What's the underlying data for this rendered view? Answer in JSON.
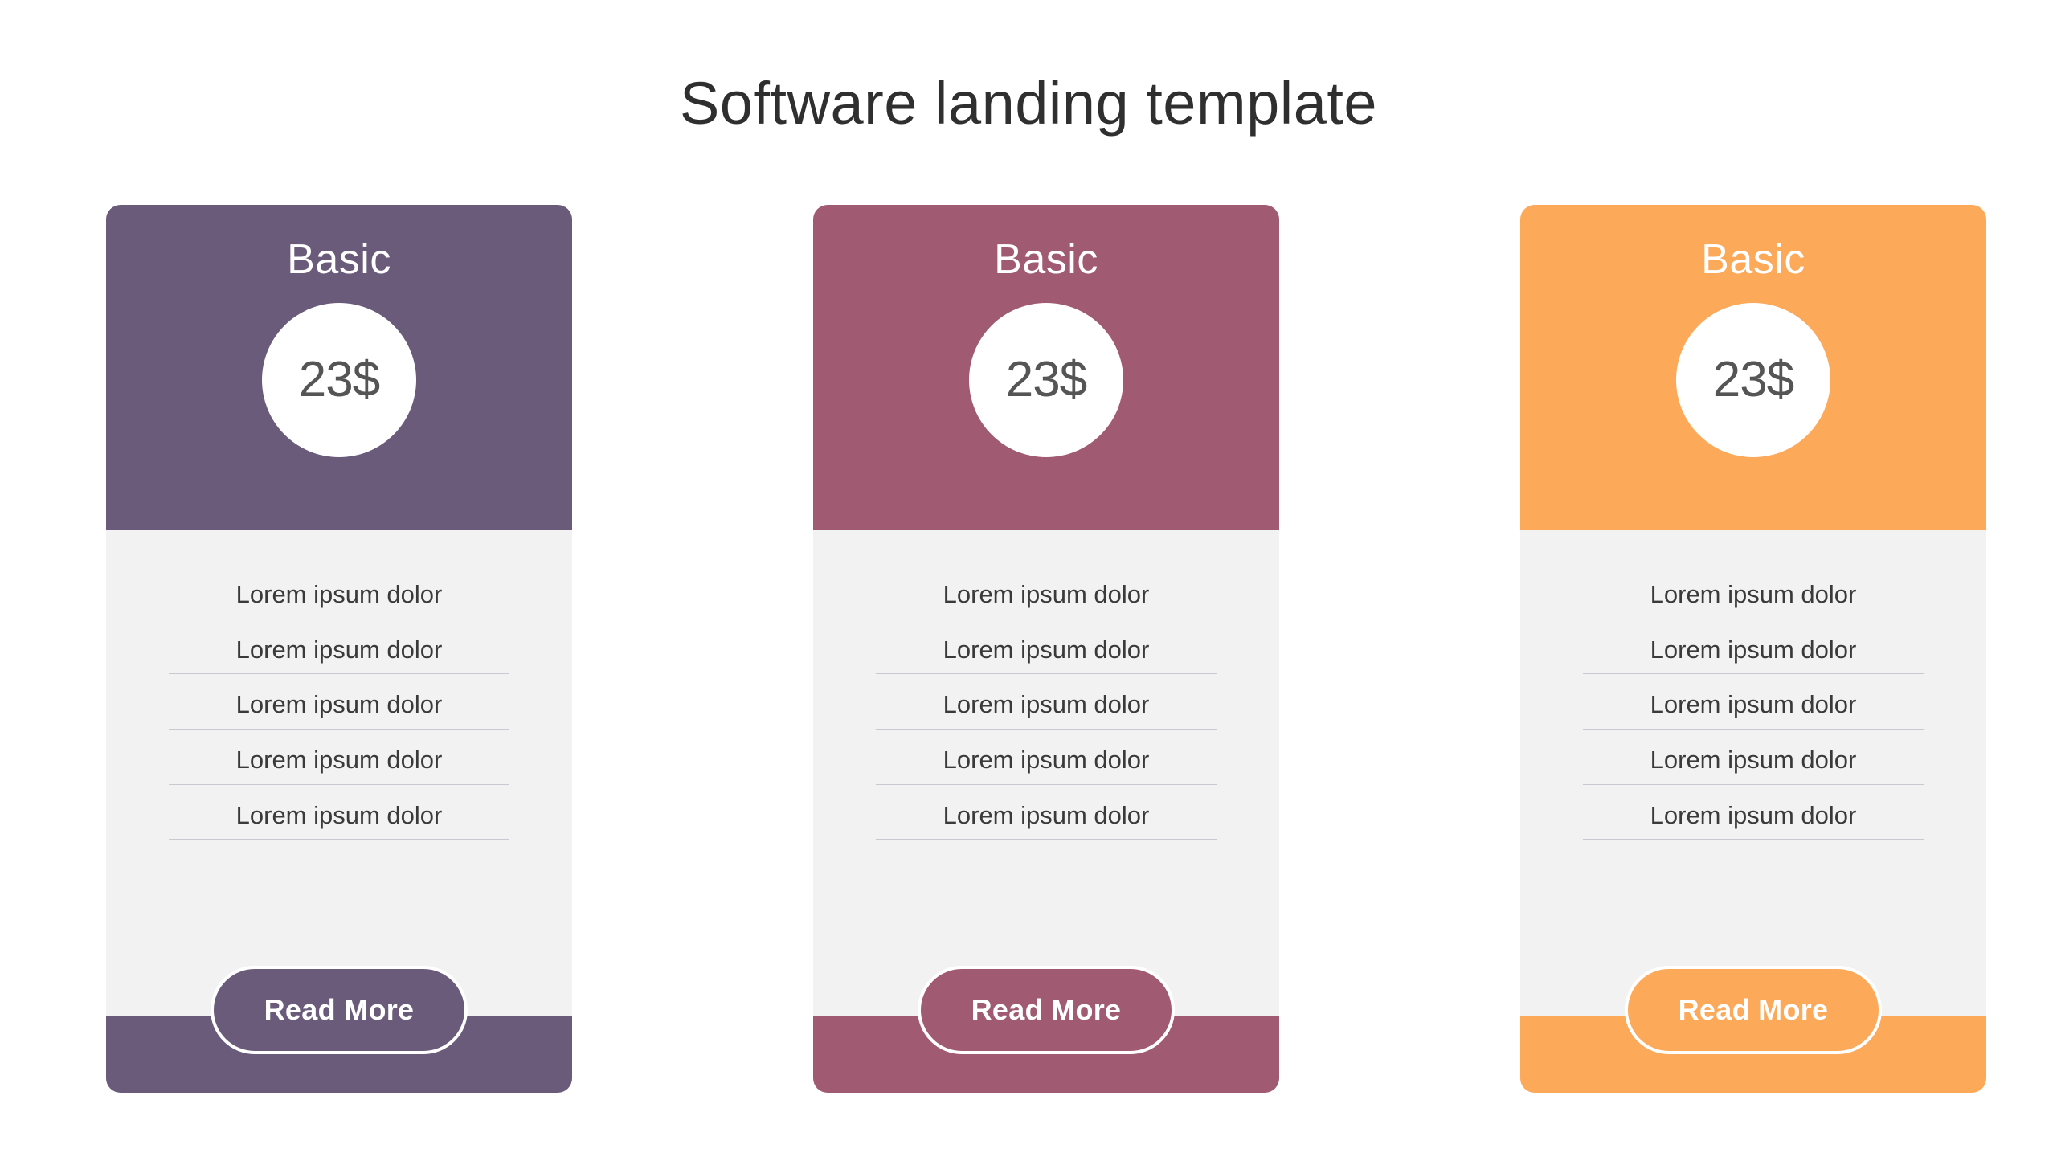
{
  "page": {
    "title": "Software landing template",
    "background_color": "#ffffff",
    "body_background_color": "#F2F2F2",
    "divider_color": "#c9c9d4",
    "price_text_color": "#555555",
    "feature_text_color": "#3a3a3a"
  },
  "cards": [
    {
      "plan_name": "Basic",
      "price": "23$",
      "accent_color": "#6A5B7B",
      "button_label": "Read More",
      "features": [
        "Lorem ipsum dolor",
        "Lorem ipsum dolor",
        "Lorem ipsum dolor",
        "Lorem ipsum dolor",
        "Lorem ipsum dolor"
      ]
    },
    {
      "plan_name": "Basic",
      "price": "23$",
      "accent_color": "#A05A72",
      "button_label": "Read More",
      "features": [
        "Lorem ipsum dolor",
        "Lorem ipsum dolor",
        "Lorem ipsum dolor",
        "Lorem ipsum dolor",
        "Lorem ipsum dolor"
      ]
    },
    {
      "plan_name": "Basic",
      "price": "23$",
      "accent_color": "#FCA95A",
      "button_label": "Read More",
      "features": [
        "Lorem ipsum dolor",
        "Lorem ipsum dolor",
        "Lorem ipsum dolor",
        "Lorem ipsum dolor",
        "Lorem ipsum dolor"
      ]
    }
  ]
}
